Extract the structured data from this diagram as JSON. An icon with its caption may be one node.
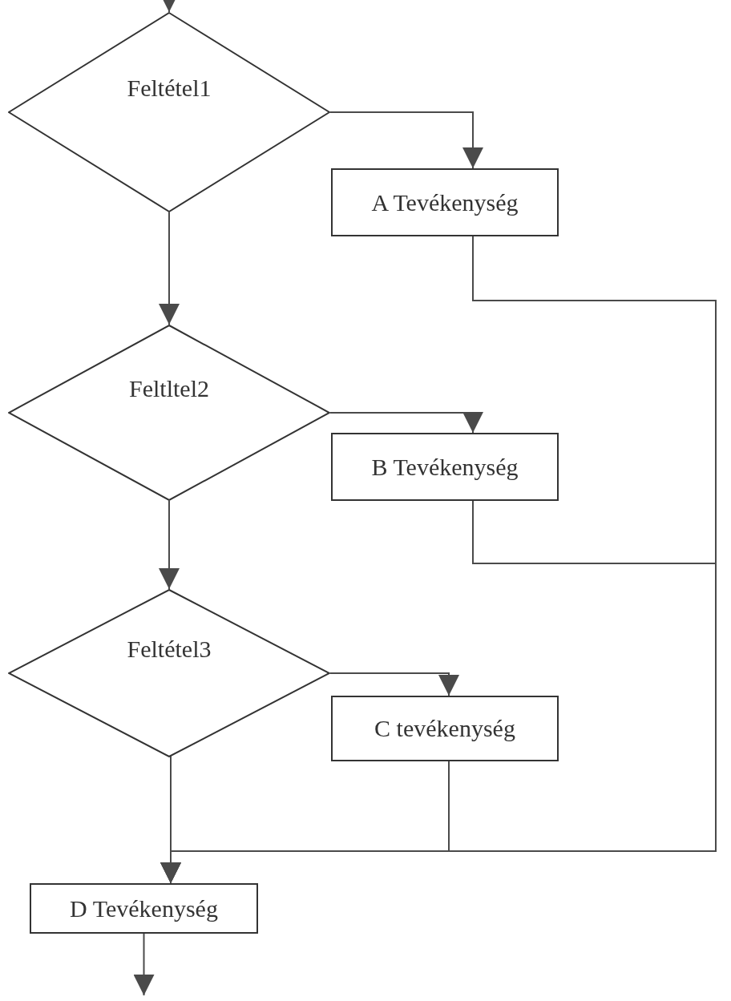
{
  "diagram": {
    "nodes": [
      {
        "text": [
          "Feltétel1"
        ]
      },
      {
        "text": [
          "A Tevékenység"
        ]
      },
      {
        "text": [
          "Feltltel2"
        ]
      },
      {
        "text": [
          "B Tevékenység"
        ]
      },
      {
        "text": [
          "Feltétel3"
        ]
      },
      {
        "text": [
          "C tevékenység"
        ]
      },
      {
        "text": [
          "D Tevékenység"
        ]
      }
    ],
    "edges": [
      {
        "from": null,
        "to": 0,
        "arrow": "to"
      },
      {
        "from": 0,
        "to": 1,
        "arrow": "to"
      },
      {
        "from": 0,
        "to": 2,
        "arrow": "to"
      },
      {
        "from": 1,
        "to": 6,
        "arrow": "to"
      },
      {
        "from": 2,
        "to": 3,
        "arrow": "to"
      },
      {
        "from": 2,
        "to": 4,
        "arrow": "to"
      },
      {
        "from": 3,
        "to": 6,
        "arrow": "to"
      },
      {
        "from": 4,
        "to": 5,
        "arrow": "to"
      },
      {
        "from": 4,
        "to": 6,
        "arrow": "to"
      },
      {
        "from": 5,
        "to": 6,
        "arrow": "to"
      },
      {
        "from": 6,
        "to": null,
        "arrow": "to"
      }
    ]
  }
}
